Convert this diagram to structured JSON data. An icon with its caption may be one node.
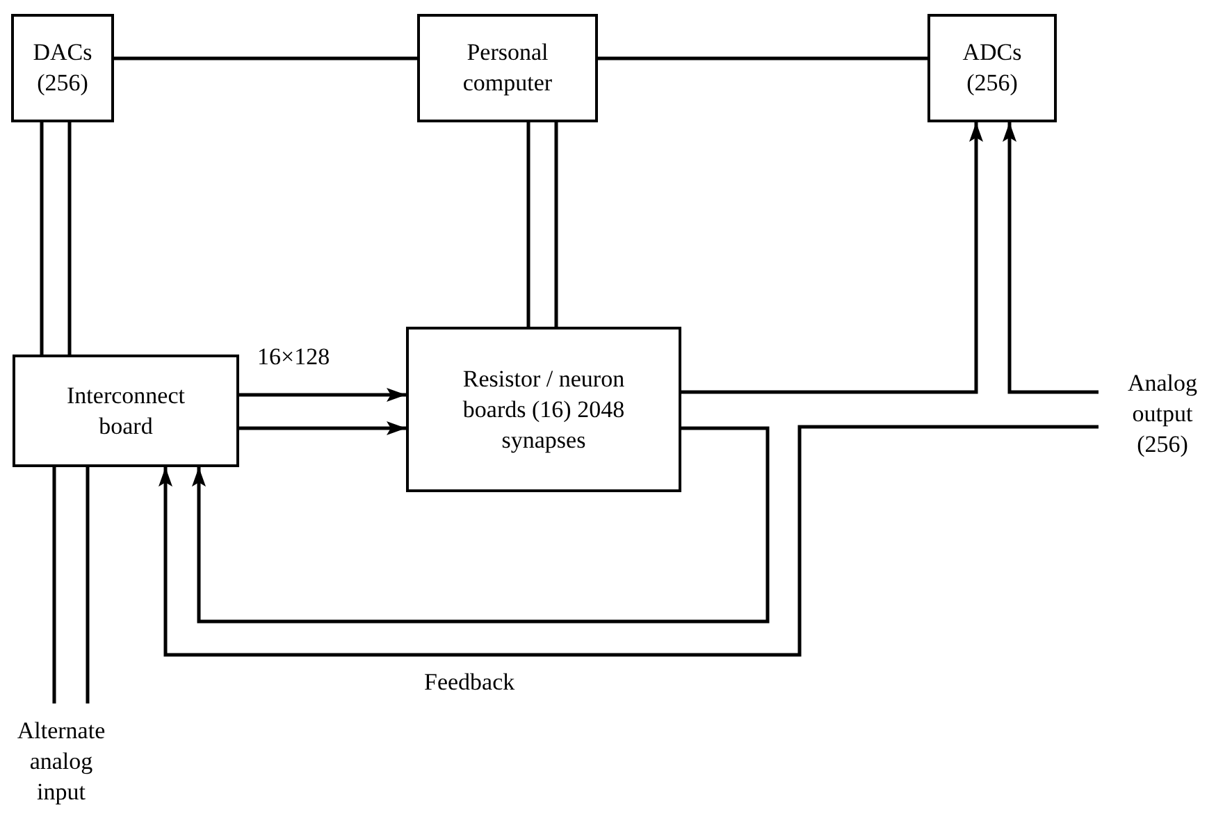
{
  "diagram": {
    "nodes": [
      {
        "text": [
          "DACs (256)"
        ]
      },
      {
        "text": [
          "Personal computer"
        ]
      },
      {
        "text": [
          "ADCs (256)"
        ]
      },
      {
        "text": [
          "Interconnect board"
        ]
      },
      {
        "text": [
          "Resistor / neuron boards (16) 2048 synapses"
        ]
      },
      {
        "text": [
          "Analog output (256)"
        ]
      },
      {
        "text": [
          "Alternate analog input"
        ]
      }
    ],
    "edges": [
      {
        "from": 0,
        "to": 1,
        "arrow": "none"
      },
      {
        "from": 1,
        "to": 2,
        "arrow": "none"
      },
      {
        "from": 0,
        "to": 3,
        "arrow": "none"
      },
      {
        "from": 0,
        "to": 3,
        "arrow": "none"
      },
      {
        "from": 1,
        "to": 4,
        "arrow": "none"
      },
      {
        "from": 1,
        "to": 4,
        "arrow": "none"
      },
      {
        "from": 3,
        "to": 4,
        "arrow": "to",
        "label": "16×128"
      },
      {
        "from": 3,
        "to": 4,
        "arrow": "to"
      },
      {
        "from": 4,
        "to": 2,
        "arrow": "to"
      },
      {
        "from": 5,
        "to": 2,
        "arrow": "to"
      },
      {
        "from": 4,
        "to": 3,
        "arrow": "to"
      },
      {
        "from": 5,
        "to": 3,
        "arrow": "to"
      },
      {
        "from": 6,
        "to": 3,
        "arrow": "none"
      },
      {
        "from": 6,
        "to": 3,
        "arrow": "none"
      }
    ],
    "labels": [
      "Feedback"
    ]
  }
}
